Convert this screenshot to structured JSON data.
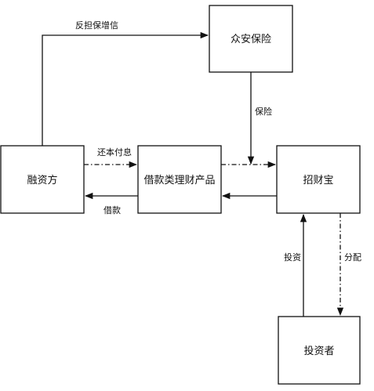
{
  "nodes": {
    "financier": "融资方",
    "insurance": "众安保险",
    "product": "借款类理财产品",
    "platform": "招财宝",
    "investor": "投资者"
  },
  "edges": {
    "counter_guarantee": "反担保增信",
    "insurance": "保险",
    "repay": "还本付息",
    "loan": "借款",
    "invest": "投资",
    "distribute": "分配"
  }
}
